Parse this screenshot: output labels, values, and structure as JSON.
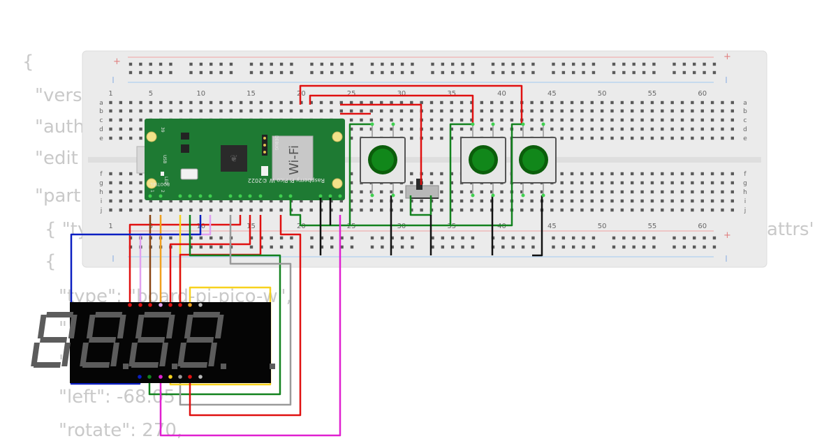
{
  "background_code": {
    "lines": [
      "{",
      "\"vers",
      "\"auth",
      "\"edit",
      "\"part",
      "{ \"ty",
      "{",
      "\"type\": \"board-pi-pico-w\",",
      "\"",
      "\"",
      "\"left\": -68.05",
      "\"rotate\": 270,",
      "attrs'"
    ]
  },
  "breadboard": {
    "column_numbers": [
      "1",
      "5",
      "10",
      "15",
      "20",
      "25",
      "30",
      "35",
      "40",
      "45",
      "50",
      "55",
      "60"
    ],
    "row_letters_top": [
      "a",
      "b",
      "c",
      "d",
      "e"
    ],
    "row_letters_bottom": [
      "f",
      "g",
      "h",
      "i",
      "j"
    ],
    "rail_plus": "+",
    "rail_minus": "−"
  },
  "pico": {
    "wifi_label": "Wi-Fi",
    "board_label": "Raspberry Pi Pico W ©2022",
    "debug_label": "DEBUG",
    "bootsel_label": "BOOTSEL",
    "led_label": "LED",
    "usb_label": "USB",
    "pin_top_left": "39",
    "pin_bottom_left": "1",
    "pin_bottom_left2": "2"
  },
  "colors": {
    "wire_red": "#e01010",
    "wire_green": "#12821e",
    "wire_black": "#111111",
    "wire_blue": "#0b1fc2",
    "wire_yellow": "#f7d21e",
    "wire_gray": "#9a9a9a",
    "wire_orange": "#e88a1a",
    "wire_pink": "#e05fe0",
    "wire_violet": "#e0a0f0",
    "wire_brown": "#8b4513",
    "pico_green": "#1e7a33",
    "button_green": "#0d7d0d"
  }
}
